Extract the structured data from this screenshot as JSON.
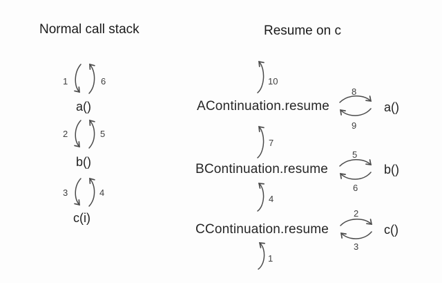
{
  "colors": {
    "background": "#fdfdfd",
    "text": "#1b1b1b",
    "arrow": "#4a4a4a",
    "step_number": "#3e3e3e"
  },
  "normal_stack": {
    "title": "Normal call stack",
    "frames": [
      "a()",
      "b()",
      "c(i)"
    ],
    "steps": [
      {
        "call_num": "1",
        "return_num": "6"
      },
      {
        "call_num": "2",
        "return_num": "5"
      },
      {
        "call_num": "3",
        "return_num": "4"
      }
    ]
  },
  "resume_stack": {
    "title": "Resume on c",
    "frames": [
      "AContinuation.resume",
      "BContinuation.resume",
      "CContinuation.resume"
    ],
    "arrow_nums": [
      "10",
      "7",
      "4",
      "1"
    ]
  },
  "target_calls": {
    "frames": [
      "a()",
      "b()",
      "c()"
    ],
    "steps": [
      {
        "call_num": "8",
        "return_num": "9"
      },
      {
        "call_num": "5",
        "return_num": "6"
      },
      {
        "call_num": "2",
        "return_num": "3"
      }
    ]
  }
}
